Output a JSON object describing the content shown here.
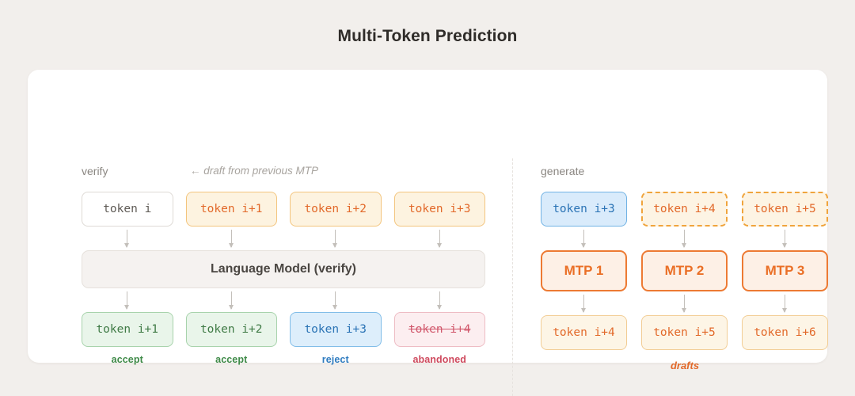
{
  "title": "Multi-Token Prediction",
  "verify_panel": {
    "label": "verify",
    "note": "← draft from previous MTP",
    "input_row": [
      {
        "text": "token i",
        "style": "plain"
      },
      {
        "text": "token i+1",
        "style": "amber"
      },
      {
        "text": "token i+2",
        "style": "amber"
      },
      {
        "text": "token i+3",
        "style": "amber"
      }
    ],
    "model_bar": "Language Model (verify)",
    "output_row": [
      {
        "text": "token i+1",
        "style": "green",
        "caption": "accept",
        "caption_style": "accept"
      },
      {
        "text": "token i+2",
        "style": "green",
        "caption": "accept",
        "caption_style": "accept"
      },
      {
        "text": "token i+3",
        "style": "blue",
        "caption": "reject",
        "caption_style": "reject"
      },
      {
        "text": "token i+4",
        "style": "pink",
        "caption": "abandoned",
        "caption_style": "abandoned",
        "strikethrough": true
      }
    ]
  },
  "generate_panel": {
    "label": "generate",
    "input_row": [
      {
        "text": "token i+3",
        "style": "blue-strong"
      },
      {
        "text": "token i+4",
        "style": "amber-dashed"
      },
      {
        "text": "token i+5",
        "style": "amber-dashed"
      }
    ],
    "mtp_row": [
      {
        "text": "MTP 1"
      },
      {
        "text": "MTP 2"
      },
      {
        "text": "MTP 3"
      }
    ],
    "output_row": [
      {
        "text": "token i+4",
        "style": "amber-soft"
      },
      {
        "text": "token i+5",
        "style": "amber-soft"
      },
      {
        "text": "token i+6",
        "style": "amber-soft"
      }
    ],
    "footer_label": "drafts"
  },
  "colors": {
    "background": "#f2efec",
    "card": "#ffffff",
    "accent_orange": "#ed7a33",
    "accept_green": "#3f8a48",
    "reject_blue": "#2f7cc0",
    "abandoned_red": "#cf4a5e",
    "arrow_gray": "#c3bfba"
  }
}
